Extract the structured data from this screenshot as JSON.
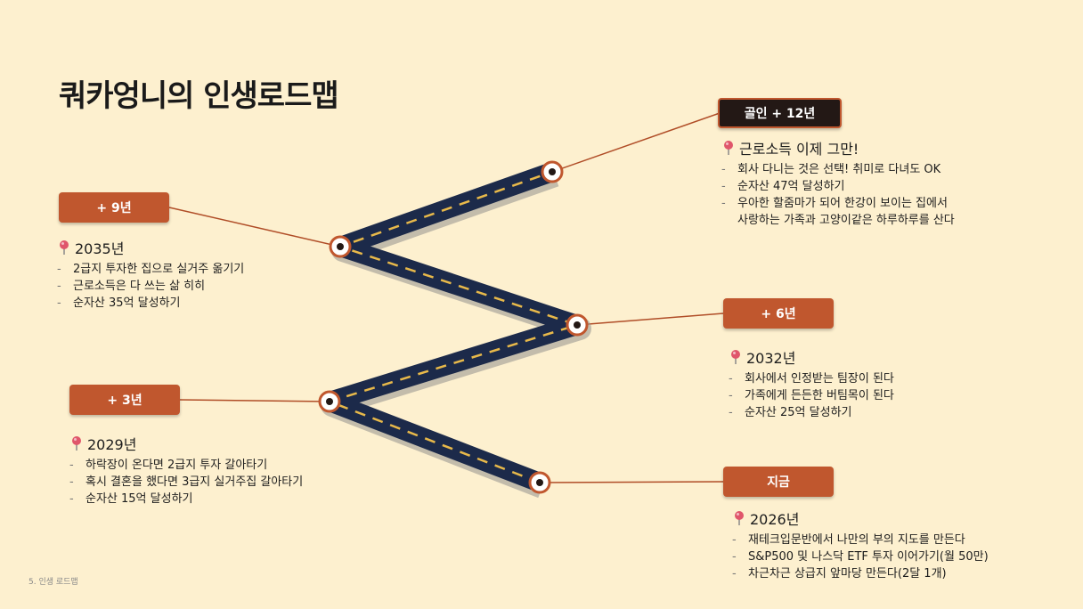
{
  "title": "쿼카엉니의 인생로드맵",
  "footer": "5. 인생 로드맵",
  "colors": {
    "background": "#fdf0cf",
    "accent": "#c0572e",
    "road": "#1c2a4a",
    "road_dash": "#e8b94a",
    "dark_badge": "#231815"
  },
  "milestones": [
    {
      "badge": "지금",
      "heading": "2026년",
      "items": [
        "재테크입문반에서 나만의 부의 지도를 만든다",
        "S&P500 및 나스닥 ETF 투자 이어가기(월 50만)",
        "차근차근 상급지 앞마당 만든다(2달 1개)"
      ]
    },
    {
      "badge": "+ 3년",
      "heading": "2029년",
      "items": [
        "하락장이 온다면 2급지 투자 갈아타기",
        "혹시 결혼을 했다면 3급지 실거주집 갈아타기",
        "순자산 15억 달성하기"
      ]
    },
    {
      "badge": "+ 6년",
      "heading": "2032년",
      "items": [
        "회사에서 인정받는 팀장이 된다",
        "가족에게 든든한 버팀목이 된다",
        "순자산 25억 달성하기"
      ]
    },
    {
      "badge": "+ 9년",
      "heading": "2035년",
      "items": [
        "2급지 투자한 집으로 실거주 옮기기",
        "근로소득은 다 쓰는 삶 히히",
        "순자산 35억 달성하기"
      ]
    },
    {
      "badge": "골인 + 12년",
      "heading": "근로소득 이제 그만!",
      "items": [
        "회사 다니는 것은 선택! 취미로 다녀도 OK",
        "순자산 47억 달성하기",
        "우아한 할줌마가 되어 한강이 보이는 집에서"
      ],
      "continuation": "사랑하는 가족과 고양이같은 하루하루를 산다"
    }
  ]
}
